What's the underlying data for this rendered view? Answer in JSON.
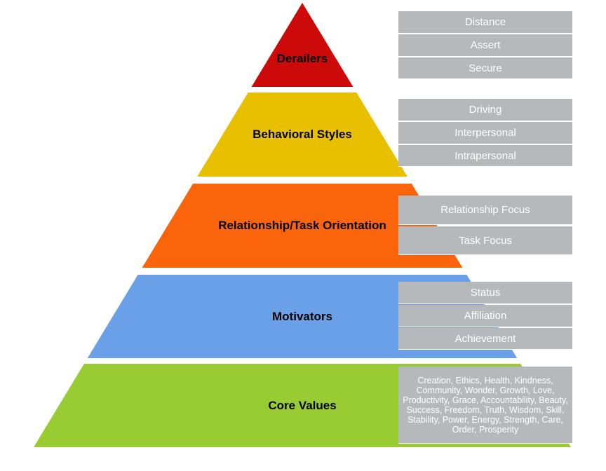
{
  "tiers": [
    {
      "label": "Derailers",
      "color": "#cc0a0a",
      "items": [
        "Distance",
        "Assert",
        "Secure"
      ]
    },
    {
      "label": "Behavioral Styles",
      "color": "#e9c000",
      "items": [
        "Driving",
        "Interpersonal",
        "Intrapersonal"
      ]
    },
    {
      "label": "Relationship/Task Orientation",
      "color": "#fa640a",
      "items": [
        "Relationship Focus",
        "Task Focus"
      ]
    },
    {
      "label": "Motivators",
      "color": "#6aa0e8",
      "items": [
        "Status",
        "Affiliation",
        "Achievement"
      ]
    },
    {
      "label": "Core Values",
      "color": "#99cc33",
      "items": [
        "Creation, Ethics, Health, Kindness, Community, Wonder, Growth, Love, Productivity, Grace, Accountability, Beauty, Success, Freedom, Truth, Wisdom, Skill, Stability, Power, Energy, Strength, Care, Order, Prosperity"
      ]
    }
  ],
  "box_color": "#b5b9bc"
}
